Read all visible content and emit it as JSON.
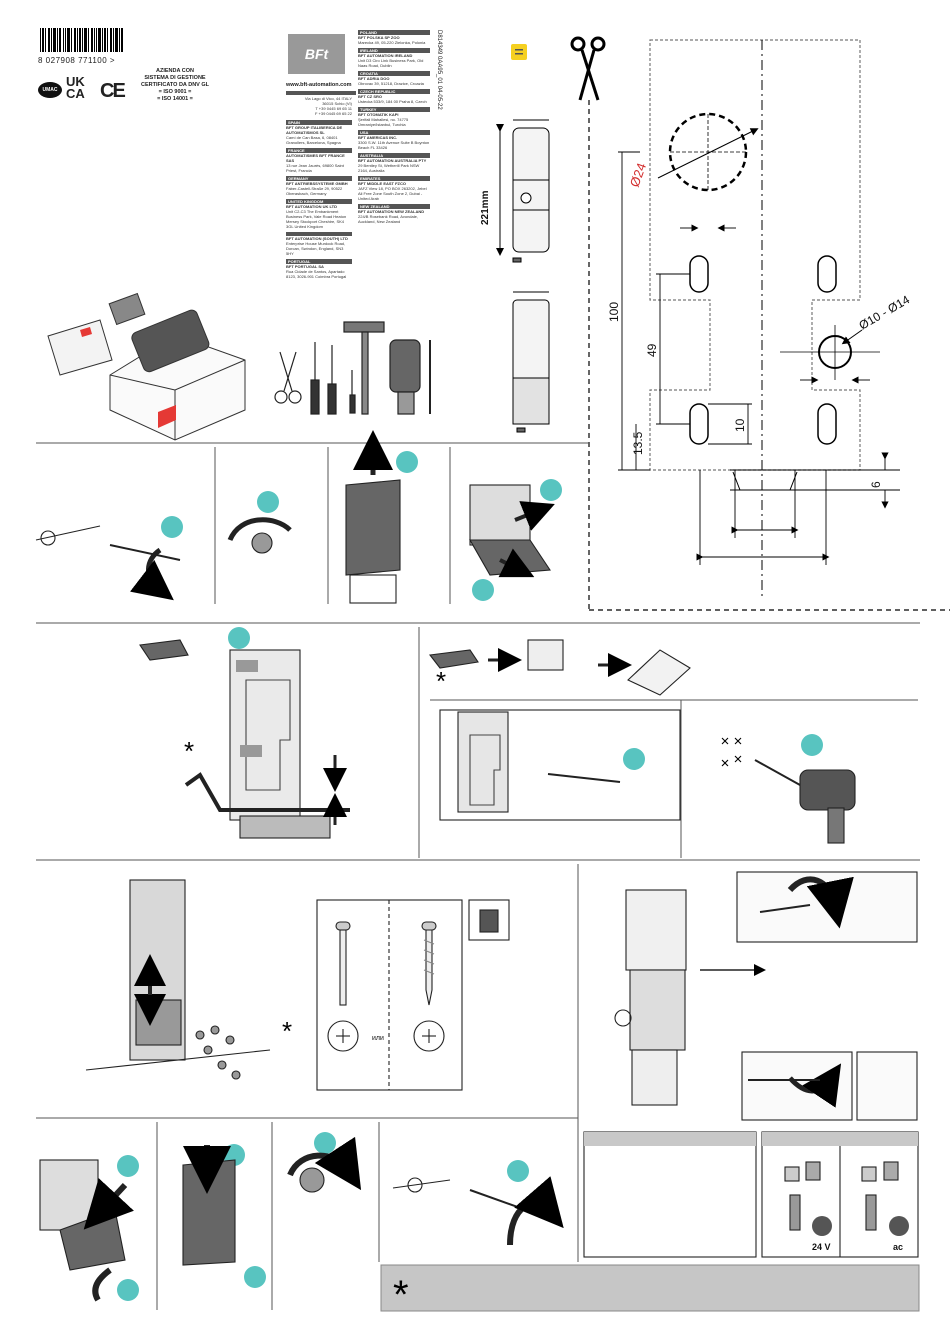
{
  "barcode": {
    "digits": "8 027908 771100 >"
  },
  "certification": {
    "line1": "AZIENDA CON",
    "line2": "SISTEMA DI GESTIONE",
    "line3": "CERTIFICATO DA DNV GL",
    "line4": "= ISO 9001 =",
    "line5": "= ISO 14001 =",
    "umac": "UMAC",
    "ukca_top": "UK",
    "ukca_bottom": "CA",
    "ce": "CE"
  },
  "brand": {
    "logo": "BFt",
    "website": "www.bft-automation.com",
    "hq": "Via Lago di Vico, 44 ITALY",
    "hq_city": "36015 Schio (VI)",
    "hq_phone": "T +39 0445 69 65 11",
    "hq_fax": "F +39 0445 69 65 22"
  },
  "doc_code": "D814349 0AA95_01  04-05-22",
  "distributors_left": [
    {
      "country": "SPAIN",
      "name": "BFT GROUP ITALIBERICA DE AUTOMATISMOS SL",
      "addr": "Camí de Can Basa, 6, 08401 Granollers, Barcelona, Spagna"
    },
    {
      "country": "FRANCE",
      "name": "AUTOMATISMES BFT FRANCE SAS",
      "addr": "13 rue Jean Jaurès, 69800 Saint Priest, Francia"
    },
    {
      "country": "GERMANY",
      "name": "BFT ANTRIEBSSYSTEME GMBH",
      "addr": "Faber-Castell-Straße 29, 90522 Oberasbach, Germany"
    },
    {
      "country": "UNITED KINGDOM",
      "name": "BFT AUTOMATION UK LTD",
      "addr": "Unit C2-C3 The Embankment Business Park, Vale Road Heaton Mersey Stockport Cheshire, SK4 3GL United Kingdom"
    },
    {
      "country": "",
      "name": "BFT AUTOMATION (SOUTH) LTD",
      "addr": "Enterprise House Murdock Road, Dorcan, Swindon, England, SN3 5HY"
    },
    {
      "country": "PORTUGAL",
      "name": "BFT PORTUGAL SA",
      "addr": "Rua Cidade de Santos, Apartado 8123, 3026-901 Coimbra Portugal"
    }
  ],
  "distributors_right": [
    {
      "country": "POLAND",
      "name": "BFT POLSKA SP ZOO",
      "addr": "Marecka 49, 05-220 Zielonka, Polonia"
    },
    {
      "country": "IRELAND",
      "name": "BFT AUTOMATION IRELAND",
      "addr": "Unit D3 Ciro Link Business Park, Old Naas Road, Dublin"
    },
    {
      "country": "CROATIA",
      "name": "BFT ADRIA DOO",
      "addr": "Obrovac 39, 51218, Drazice, Croazia"
    },
    {
      "country": "CZECH REPUBLIC",
      "name": "BFT CZ SRO",
      "addr": "Ustecka 533/9, 184 00 Praha 8, Czech"
    },
    {
      "country": "TURKEY",
      "name": "BFT OTOMATIK KAPI",
      "addr": "Şerifali Mahallesi, no. 74775 Ümraniye/Istanbul, Turchia"
    },
    {
      "country": "USA",
      "name": "BFT AMERICAS INC.",
      "addr": "3300 S.W. 11th Avenue Suite B Boynton Beach FL 33426"
    },
    {
      "country": "AUSTRALIA",
      "name": "BFT AUTOMATION AUSTRALIA PTY",
      "addr": "29 Bentley St, Wetherill Park NSW 2164, Australia"
    },
    {
      "country": "EMIRATES",
      "name": "BFT MIDDLE EAST FZCO",
      "addr": "JAFZ View 18, PO BOX 263202, Jebel Ali Free Zone South Zone 2, Dubai - United Arab"
    },
    {
      "country": "NEW ZEALAND",
      "name": "BFT AUTOMATION NEW ZEALAND",
      "addr": "224/B Rosebank Road, Avondale, Auckland, New Zealand"
    }
  ],
  "dimensions": {
    "height_label": "221mm",
    "d24": "Ø24",
    "d10_14": "Ø10 - Ø14",
    "d100": "100",
    "d49": "49",
    "d13_5": "13.5",
    "d10": "10",
    "d6": "6"
  },
  "screw_panel": {
    "or_label": "или"
  },
  "power_labels": {
    "v24": "24 V",
    "ac": "ac"
  },
  "step_numbers": {
    "s1": "",
    "s2": "",
    "s3": "",
    "s4": "",
    "s5": "",
    "s6": "",
    "s7": ""
  }
}
